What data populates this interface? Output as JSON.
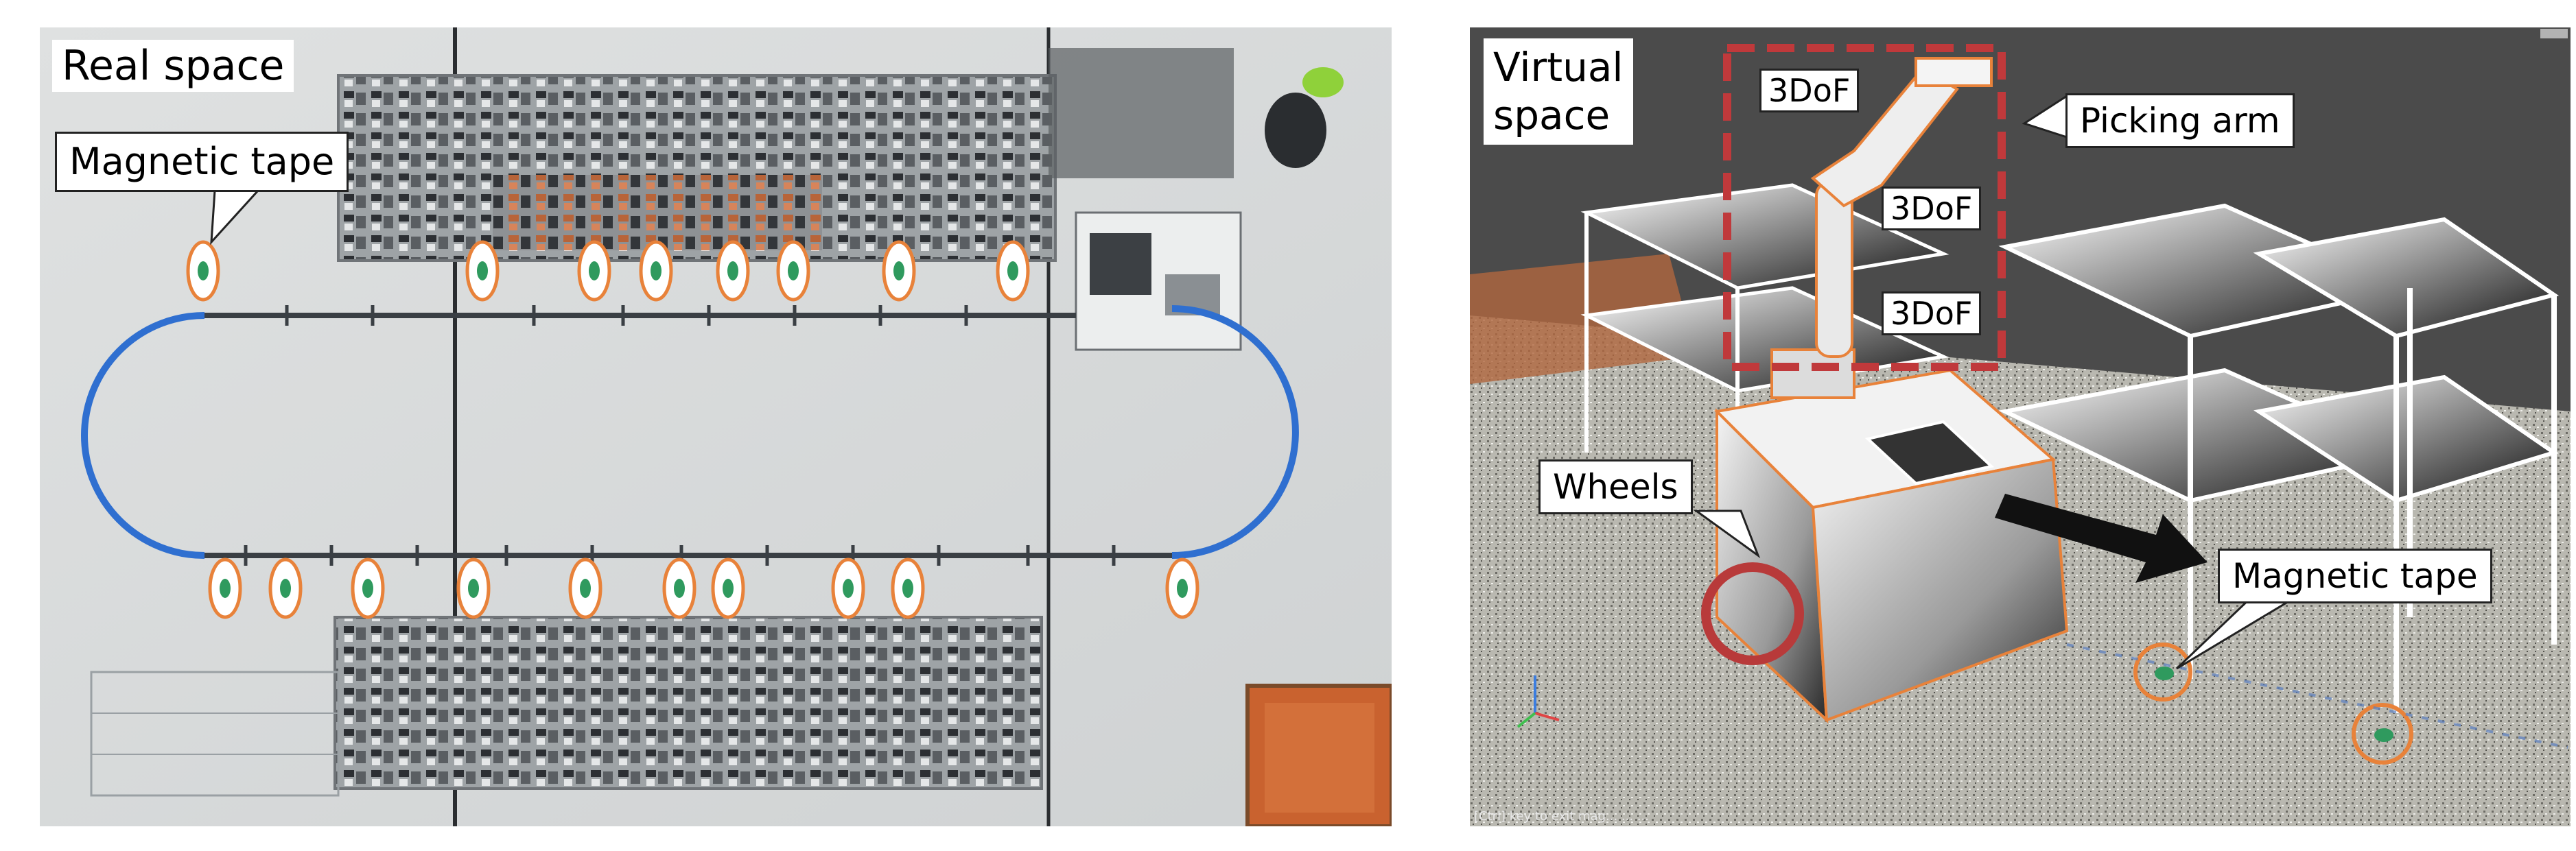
{
  "left_panel": {
    "title": "Real space",
    "callout_magnetic_tape": "Magnetic tape"
  },
  "right_panel": {
    "title_line1": "Virtual",
    "title_line2": "space",
    "callout_picking_arm": "Picking arm",
    "callout_wheels": "Wheels",
    "callout_magnetic_tape": "Magnetic tape",
    "dof_labels": [
      "3DoF",
      "3DoF",
      "3DoF"
    ],
    "status_text": "[Ctrl] key to exit mag... ... ..."
  },
  "colors": {
    "marker_orange": "#e8823a",
    "marker_green": "#2f9a5e",
    "tape_blue": "#2f6fd0",
    "track_dark": "#3a3f44",
    "dashed_red": "#c0393b",
    "wheel_circle": "#b83a3a"
  }
}
